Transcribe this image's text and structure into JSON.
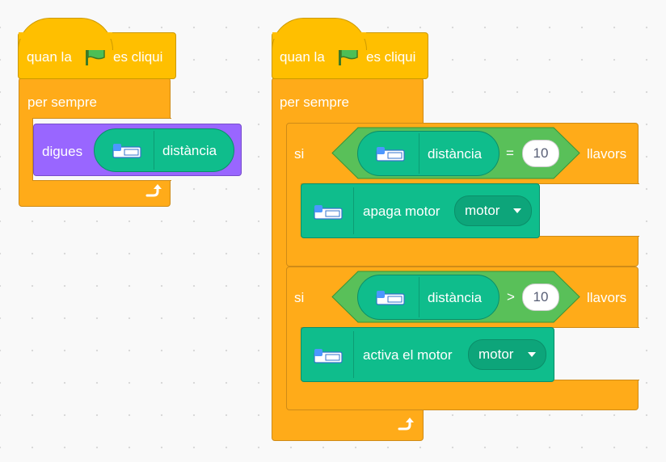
{
  "script1": {
    "hat": {
      "label_before": "quan la",
      "icon": "green-flag-icon",
      "label_after": "es cliqui"
    },
    "loop": {
      "label": "per sempre",
      "end_icon": "loop-arrow-icon"
    },
    "say": {
      "label": "digues",
      "sensor_icon": "distance-sensor-icon",
      "sensor_label": "distància"
    }
  },
  "script2": {
    "hat": {
      "label_before": "quan la",
      "icon": "green-flag-icon",
      "label_after": "es cliqui"
    },
    "loop": {
      "label": "per sempre",
      "end_icon": "loop-arrow-icon"
    },
    "if1": {
      "label_if": "si",
      "sensor_icon": "distance-sensor-icon",
      "sensor_label": "distància",
      "operator": "=",
      "value": "10",
      "label_then": "llavors",
      "action": {
        "label": "apaga motor",
        "icon": "motor-icon",
        "dropdown_value": "motor"
      }
    },
    "if2": {
      "label_if": "si",
      "sensor_icon": "distance-sensor-icon",
      "sensor_label": "distància",
      "operator": ">",
      "value": "10",
      "label_then": "llavors",
      "action": {
        "label": "activa el motor",
        "icon": "motor-icon",
        "dropdown_value": "motor"
      }
    }
  },
  "colors": {
    "events": "#ffbf00",
    "control": "#ffab19",
    "looks": "#9966ff",
    "extension": "#0fbd8c",
    "operators": "#59c059",
    "background": "#f9f9f9"
  }
}
